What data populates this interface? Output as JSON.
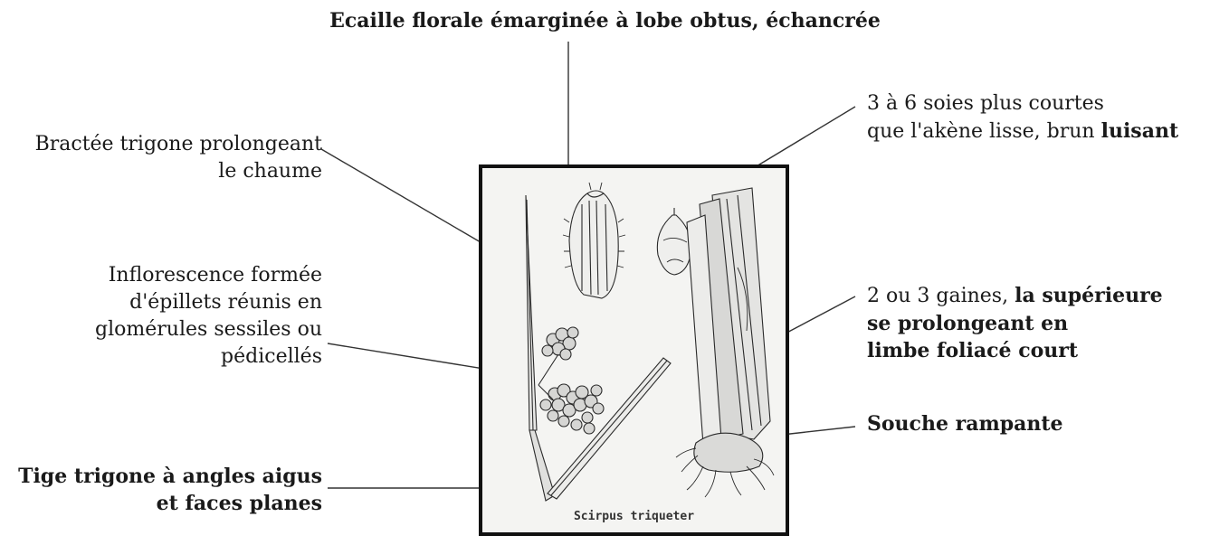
{
  "labels": {
    "title": "Ecaille florale émarginée à lobe obtus, échancrée",
    "bractee_line1": "Bractée trigone prolongeant",
    "bractee_line2": "le chaume",
    "inflorescence_line1": "Inflorescence formée",
    "inflorescence_line2": "d'épillets réunis en",
    "inflorescence_line3": "glomérules sessiles ou",
    "inflorescence_line4": "pédicellés",
    "tige_line1": "Tige trigone à angles aigus",
    "tige_line2": "et faces planes",
    "soies_line1": "3 à 6 soies plus courtes",
    "soies_line2_normal": "que l'akène lisse, brun ",
    "soies_line2_bold": "luisant",
    "gaines_line1_normal": "2 ou 3 gaines, ",
    "gaines_line1_bold": "la supérieure",
    "gaines_line2": "se prolongeant en",
    "gaines_line3": "limbe foliacé court",
    "souche": "Souche rampante"
  },
  "plate": {
    "caption": "Scirpus triqueter"
  }
}
